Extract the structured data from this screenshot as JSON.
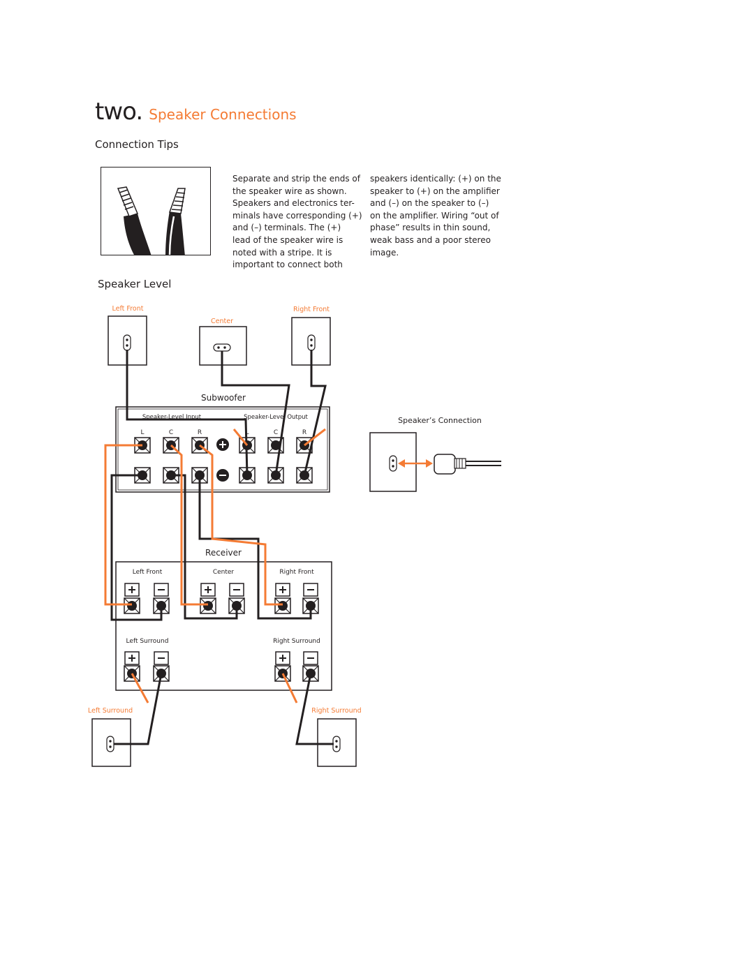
{
  "header": {
    "chapter": "two.",
    "section": "Speaker Connections"
  },
  "connection_tips": {
    "heading": "Connection Tips",
    "col1": [
      "Separate and strip the ends of",
      "the speaker wire as shown.",
      "Speakers and electronics ter-",
      "minals have corresponding (+)",
      "and (–) terminals. The (+)",
      "lead of the speaker wire is",
      "noted with a stripe. It is",
      "important to connect both"
    ],
    "col2": [
      "speakers identically: (+) on the",
      "speaker to (+) on the amplifier",
      "and (–) on the speaker to (–)",
      "on the amplifier. Wiring “out of",
      "phase” results in thin sound,",
      "weak bass and a poor stereo",
      "image."
    ]
  },
  "speaker_level": {
    "heading": "Speaker Level",
    "speakers": {
      "left_front": "Left Front",
      "center": "Center",
      "right_front": "Right Front",
      "left_surround": "Left Surround",
      "right_surround": "Right Surround"
    },
    "subwoofer": {
      "title": "Subwoofer",
      "input_label": "Speaker-Level Input",
      "output_label": "Speaker-Level Output",
      "channels": [
        "L",
        "C",
        "R"
      ]
    },
    "receiver": {
      "title": "Receiver",
      "left_front": "Left Front",
      "center": "Center",
      "right_front": "Right Front",
      "left_surround": "Left Surround",
      "right_surround": "Right Surround"
    },
    "speakers_connection": "Speaker’s Connection"
  },
  "colors": {
    "accent": "#f47b34",
    "ink": "#231f20"
  }
}
